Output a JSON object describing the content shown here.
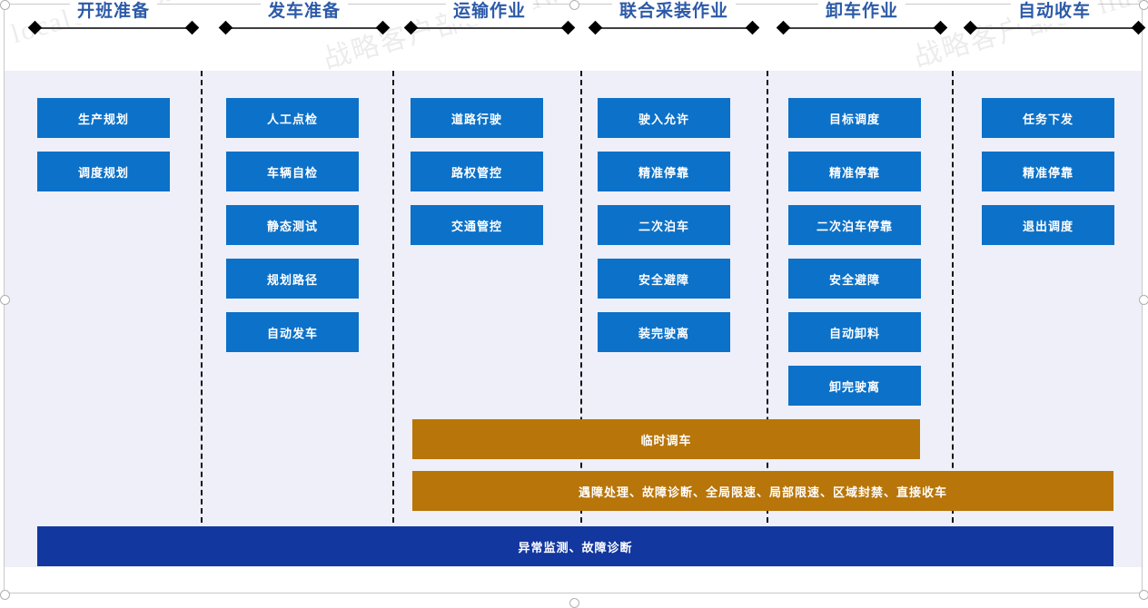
{
  "timeline": {
    "phases": [
      {
        "label": "开班准备"
      },
      {
        "label": "发车准备"
      },
      {
        "label": "运输作业"
      },
      {
        "label": "联合采装作业"
      },
      {
        "label": "卸车作业"
      },
      {
        "label": "自动收车"
      }
    ]
  },
  "columns": [
    {
      "phase": "开班准备",
      "boxes": [
        {
          "label": "生产规划"
        },
        {
          "label": "调度规划"
        }
      ]
    },
    {
      "phase": "发车准备",
      "boxes": [
        {
          "label": "人工点检"
        },
        {
          "label": "车辆自检"
        },
        {
          "label": "静态测试"
        },
        {
          "label": "规划路径"
        },
        {
          "label": "自动发车"
        }
      ]
    },
    {
      "phase": "运输作业",
      "boxes": [
        {
          "label": "道路行驶"
        },
        {
          "label": "路权管控"
        },
        {
          "label": "交通管控"
        }
      ]
    },
    {
      "phase": "联合采装作业",
      "boxes": [
        {
          "label": "驶入允许"
        },
        {
          "label": "精准停靠"
        },
        {
          "label": "二次泊车"
        },
        {
          "label": "安全避障"
        },
        {
          "label": "装完驶离"
        }
      ]
    },
    {
      "phase": "卸车作业",
      "boxes": [
        {
          "label": "目标调度"
        },
        {
          "label": "精准停靠"
        },
        {
          "label": "二次泊车停靠"
        },
        {
          "label": "安全避障"
        },
        {
          "label": "自动卸料"
        },
        {
          "label": "卸完驶离"
        }
      ]
    },
    {
      "phase": "自动收车",
      "boxes": [
        {
          "label": "任务下发"
        },
        {
          "label": "精准停靠"
        },
        {
          "label": "退出调度"
        }
      ]
    }
  ],
  "bars": {
    "temporary_dispatch": "临时调车",
    "exception_handling": "遇障处理、故障诊断、全局限速、局部限速、区域封禁、直接收车",
    "monitoring": "异常监测、故障诊断"
  },
  "watermarks": [
    "local&&刘威",
    "战略客户部&&liuwei. local&&刘威",
    "local&&刘威",
    "战略客户部&&liuwei. local&&刘威",
    "战略客户部&&liuwei"
  ],
  "colors": {
    "box_blue": "#0c71c8",
    "bar_orange": "#b87509",
    "bar_navy": "#12379f",
    "panel_bg": "#eeeff8",
    "title_blue": "#2c5aa8"
  }
}
